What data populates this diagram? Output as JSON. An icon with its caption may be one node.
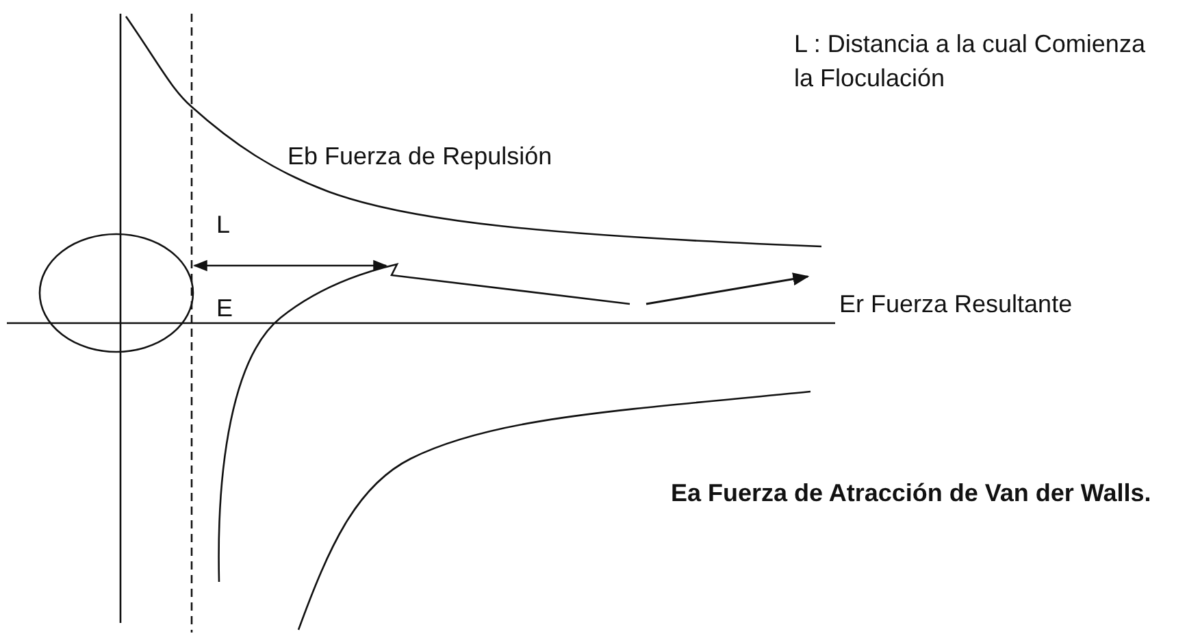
{
  "diagram": {
    "labels": [
      "L : Distancia a la cual Comienza la Floculación",
      "Eb Fuerza de Repulsión",
      "L",
      "E",
      "Er Fuerza Resultante",
      "Ea Fuerza de Atracción de Van der Walls."
    ]
  }
}
